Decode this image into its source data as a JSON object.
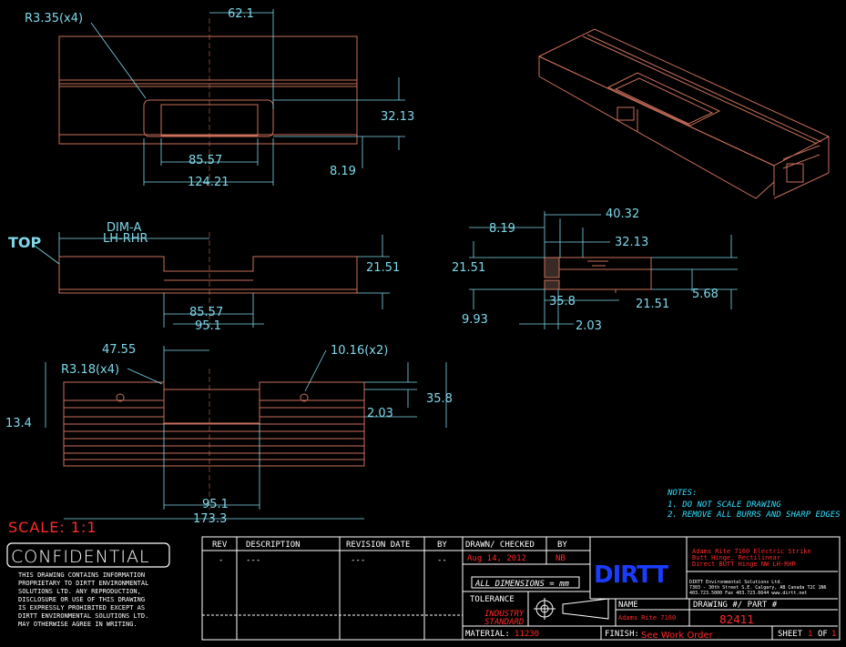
{
  "view_top": {
    "r_label": "R3.35(x4)",
    "d1": "62.1",
    "d2": "32.13",
    "d3": "85.57",
    "d4": "8.19",
    "d5": "124.21"
  },
  "view_mid": {
    "top_label": "TOP",
    "dima": "DIM-A",
    "lhrhr": "LH-RHR",
    "d1": "21.51",
    "d2": "85.57",
    "d3": "95.1"
  },
  "view_bot": {
    "d1": "47.55",
    "r_label": "R3.18(x4)",
    "hole_label": "10.16(x2)",
    "d2": "35.8",
    "d3": "13.4",
    "d4": "2.03",
    "d5": "95.1",
    "d6": "173.3"
  },
  "view_side": {
    "d1": "40.32",
    "d2": "8.19",
    "d3": "32.13",
    "d4": "21.51",
    "d5": "35.8",
    "d6": "21.51",
    "d7": "5.68",
    "d8": "9.93",
    "d9": "2.03"
  },
  "notes": {
    "title": "NOTES:",
    "n1": "1. DO NOT SCALE DRAWING",
    "n2": "2. REMOVE ALL BURRS AND SHARP EDGES"
  },
  "scale": "SCALE: 1:1",
  "confidential": {
    "title": "CONFIDENTIAL",
    "lines": [
      "THIS DRAWING CONTAINS INFORMATION",
      "PROPRIETARY TO DIRTT ENVIRONMENTAL",
      "SOLUTIONS LTD. ANY REPRODUCTION,",
      "DISCLOSURE OR USE OF THIS DRAWING",
      "IS EXPRESSLY PROHIBITED EXCEPT AS",
      "DIRTT ENVIRONMENTAL SOLUTIONS LTD.",
      "MAY OTHERWISE AGREE IN WRITING."
    ]
  },
  "titleblock": {
    "rev_h": "REV",
    "desc_h": "DESCRIPTION",
    "revdate_h": "REVISION DATE",
    "by_h": "BY",
    "rev_v": "-",
    "desc_v": "---",
    "revdate_v": "---",
    "by_v": "--",
    "drawn_h": "DRAWN/ CHECKED",
    "by2_h": "BY",
    "drawn_v": "Aug 14, 2012",
    "by2_v": "NB",
    "all_dims": "ALL DIMENSIONS = mm",
    "tolerance": "TOLERANCE",
    "industry": "INDUSTRY",
    "standard": "STANDARD",
    "material_h": "MATERIAL:",
    "material_v": "11230",
    "finish_h": "FINISH:",
    "finish_v": "See Work Order",
    "logo": "DIRTT",
    "product_lines": [
      "Adams Rite 7160 Electric Strike",
      "Butt Hinge, Rectilinear",
      "Direct BUTT Hinge NW LH-RHR"
    ],
    "company_lines": [
      "DIRTT Environmental Solutions Ltd.",
      "7303 - 30th Street S.E. Calgary, AB Canada T2C 1N6",
      "403.723.5000 Fax 403.723.6644 www.dirtt.net"
    ],
    "name_h": "NAME",
    "name_v": "Adams Rite 7160",
    "drawing_h": "DRAWING #/ PART #",
    "drawing_v": "82411",
    "sheet_h": "SHEET",
    "sheet_n": "1",
    "sheet_of": "OF",
    "sheet_t": "1"
  }
}
